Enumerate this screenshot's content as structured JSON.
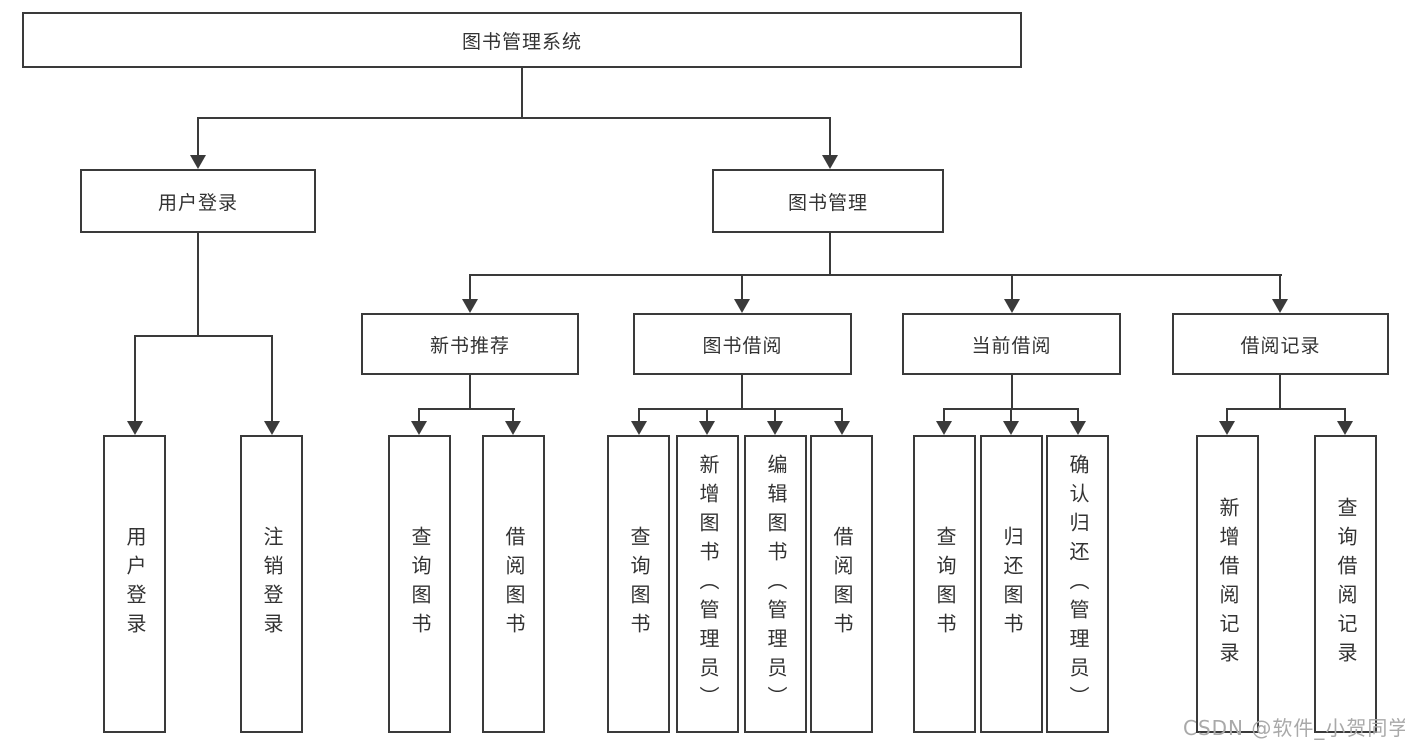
{
  "diagram": {
    "root": {
      "label": "图书管理系统"
    },
    "level2": [
      {
        "id": "user-login",
        "label": "用户登录"
      },
      {
        "id": "book-management",
        "label": "图书管理"
      }
    ],
    "level3": [
      {
        "id": "new-book-recommend",
        "label": "新书推荐",
        "parent": "book-management"
      },
      {
        "id": "book-borrow",
        "label": "图书借阅",
        "parent": "book-management"
      },
      {
        "id": "current-borrow",
        "label": "当前借阅",
        "parent": "book-management"
      },
      {
        "id": "borrow-records",
        "label": "借阅记录",
        "parent": "book-management"
      }
    ],
    "leaves": [
      {
        "label": "用户登录",
        "parent": "user-login"
      },
      {
        "label": "注销登录",
        "parent": "user-login"
      },
      {
        "label": "查询图书",
        "parent": "new-book-recommend"
      },
      {
        "label": "借阅图书",
        "parent": "new-book-recommend"
      },
      {
        "label": "查询图书",
        "parent": "book-borrow"
      },
      {
        "label": "新增图书（管理员）",
        "parent": "book-borrow"
      },
      {
        "label": "编辑图书（管理员）",
        "parent": "book-borrow"
      },
      {
        "label": "借阅图书",
        "parent": "book-borrow"
      },
      {
        "label": "查询图书",
        "parent": "current-borrow"
      },
      {
        "label": "归还图书",
        "parent": "current-borrow"
      },
      {
        "label": "确认归还（管理员）",
        "parent": "current-borrow"
      },
      {
        "label": "新增借阅记录",
        "parent": "borrow-records"
      },
      {
        "label": "查询借阅记录",
        "parent": "borrow-records"
      }
    ]
  },
  "watermark": {
    "text": "CSDN @软件_小贺同学"
  },
  "colors": {
    "line": "#3a3a3a",
    "text": "#333333",
    "watermark": "#a9a9a9"
  }
}
